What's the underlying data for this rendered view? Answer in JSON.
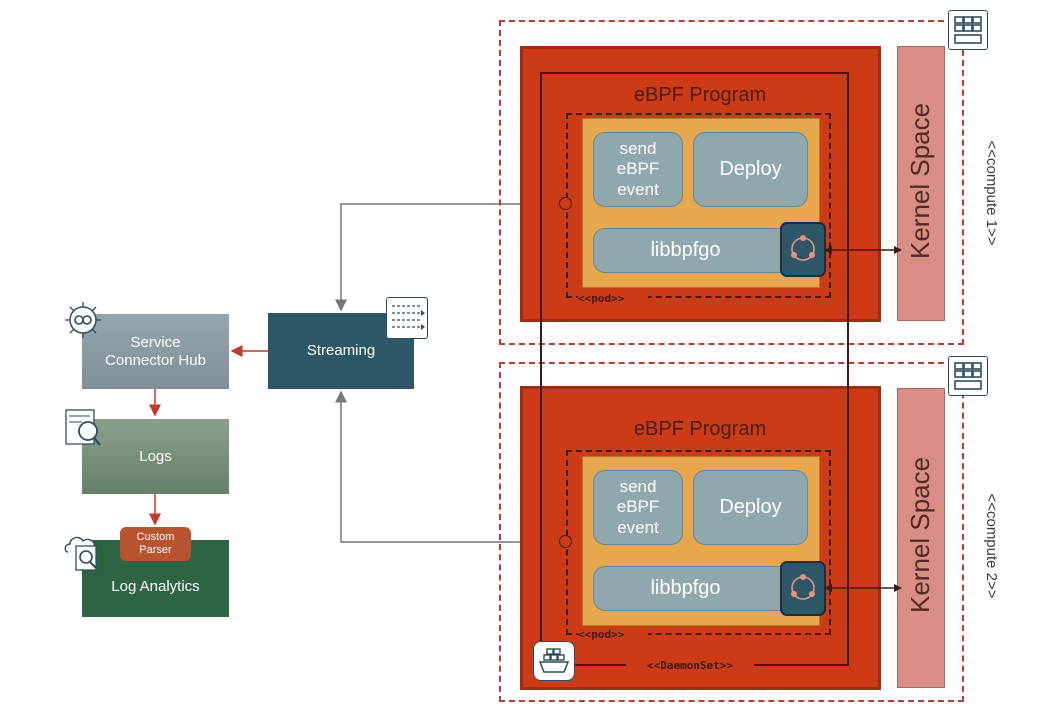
{
  "compute_nodes": [
    {
      "label": "<<compute 1>>",
      "program_title": "eBPF Program",
      "kernel_label": "Kernel Space",
      "send_event_label": "send eBPF event",
      "deploy_label": "Deploy",
      "libbpfgo_label": "libbpfgo",
      "pod_label": "<<pod>>"
    },
    {
      "label": "<<compute 2>>",
      "program_title": "eBPF Program",
      "kernel_label": "Kernel Space",
      "send_event_label": "send eBPF event",
      "deploy_label": "Deploy",
      "libbpfgo_label": "libbpfgo",
      "pod_label": "<<pod>>"
    }
  ],
  "daemonset_label": "<<DaemonSet>>",
  "streaming": {
    "label": "Streaming",
    "color": "#2d5666"
  },
  "service_connector_hub": {
    "label": "Service Connector Hub",
    "color": "#8c9ba3"
  },
  "logs": {
    "label": "Logs",
    "color": "#6f8b74"
  },
  "custom_parser": {
    "label": "Custom Parser",
    "color": "#b8522f"
  },
  "log_analytics": {
    "label": "Log Analytics",
    "color": "#2d6443"
  },
  "colors": {
    "compute_border": "#c0392b",
    "ebpf_fill": "#cc3a16",
    "pod_fill": "#e7a84c",
    "pill_fill": "#8fa8ae",
    "kernel_fill": "#d98e85",
    "arrow_red": "#c0392b",
    "arrow_gray": "#777777"
  },
  "icons": [
    "compute-instance-icon",
    "streaming-icon",
    "service-connector-hub-icon",
    "logs-icon",
    "log-analytics-icon",
    "libbpfgo-icon",
    "daemonset-icon"
  ]
}
